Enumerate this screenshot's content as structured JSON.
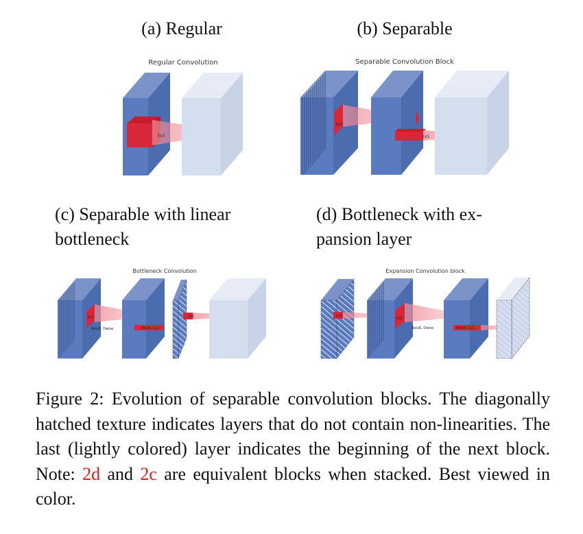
{
  "panels": {
    "a": {
      "caption": "(a) Regular",
      "title": "Regular Convolution",
      "labels": {
        "kernel": "3x3"
      }
    },
    "b": {
      "caption": "(b) Separable",
      "title": "Separable Convolution Block",
      "labels": {
        "dwise": "3x3",
        "pwise": "1x1"
      }
    },
    "c": {
      "caption_line1": "(c) Separable with linear",
      "caption_line2": "bottleneck",
      "title": "Bottleneck Convolution",
      "labels": {
        "dwise": "3x3",
        "dwise_note": "Relu6, Dwise",
        "pwise": "Relu6, 1x1",
        "linear": "1x1"
      }
    },
    "d": {
      "caption_line1": "(d) Bottleneck with ex-",
      "caption_line2": "pansion layer",
      "title": "Expansion Convolution block",
      "labels": {
        "expand": "1x1",
        "dwise": "3x3",
        "dwise_note": "Relu6, Dwise",
        "pwise": "Relu6, 1x1"
      }
    }
  },
  "figure_caption": {
    "prefix": "Figure 2:",
    "text1": " Evolution of separable convolution blocks. The diagonally hatched texture indicates layers that do not contain non-linearities. The last (lightly colored) layer indicates the beginning of the next block. Note: ",
    "ref1": "2d",
    "and": " and ",
    "ref2": "2c",
    "text2": " are equivalent blocks when stacked. Best viewed in color."
  },
  "colors": {
    "block": "#5a7bbf",
    "light_block": "#d5deee",
    "kernel": "#d9273a",
    "beam": "#f08b96",
    "ref": "#e01b1b"
  }
}
